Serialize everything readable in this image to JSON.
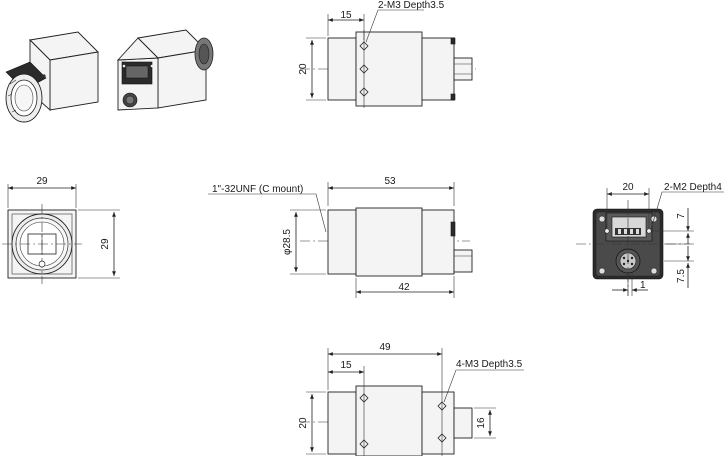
{
  "top_view": {
    "dim_width": "15",
    "callout": "2-M3 Depth3.5",
    "dim_height": "20"
  },
  "front_view": {
    "dim_width": "29",
    "dim_height": "29"
  },
  "side_view": {
    "callout": "1\"-32UNF (C mount)",
    "dim_total": "53",
    "dim_diameter": "φ28.5",
    "dim_body": "42"
  },
  "rear_view": {
    "dim_width": "20",
    "callout": "2-M2 Depth4",
    "dim_top": "7",
    "dim_bottom": "7.5",
    "dim_offset": "1"
  },
  "bottom_view": {
    "dim_total": "49",
    "dim_width": "15",
    "callout": "4-M3 Depth3.5",
    "dim_height": "20",
    "dim_conn": "16"
  }
}
